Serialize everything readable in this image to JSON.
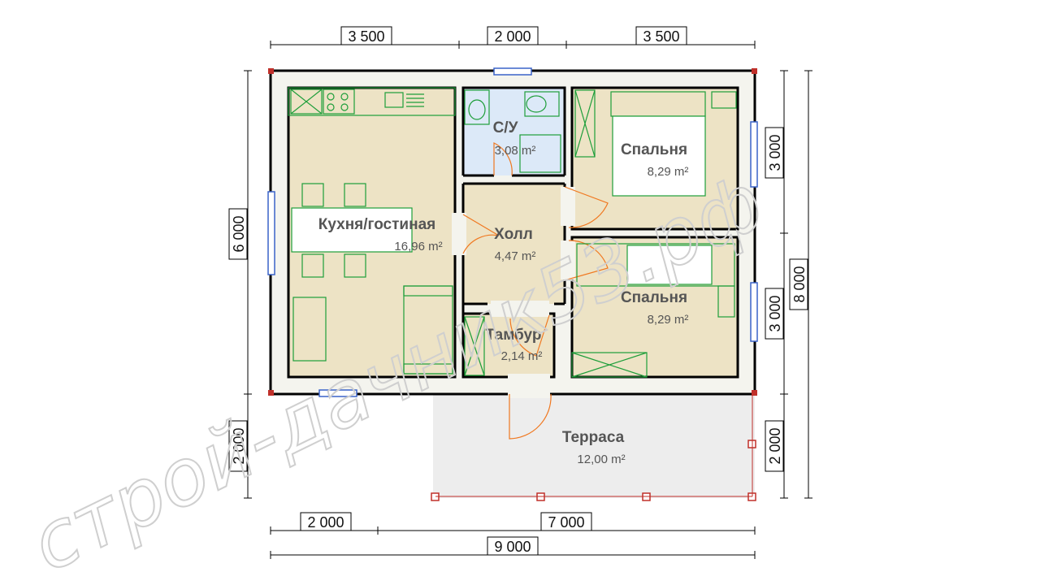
{
  "watermark": "строй-дачник53.рф",
  "dimensions": {
    "top": [
      "3 500",
      "2 000",
      "3 500"
    ],
    "left_house": "6 000",
    "left_terrace": "2 000",
    "right_upper": "3 000",
    "right_lower": "3 000",
    "right_total": "8 000",
    "right_terrace": "2 000",
    "bottom_a": "2 000",
    "bottom_b": "7 000",
    "bottom_total": "9 000"
  },
  "rooms": {
    "kitchen": {
      "name": "Кухня/гостиная",
      "area": "16,96 m²"
    },
    "bathroom": {
      "name": "С/У",
      "area": "3,08 m²"
    },
    "hall": {
      "name": "Холл",
      "area": "4,47 m²"
    },
    "bedroom1": {
      "name": "Спальня",
      "area": "8,29 m²"
    },
    "bedroom2": {
      "name": "Спальня",
      "area": "8,29 m²"
    },
    "vestibule": {
      "name": "Тамбур",
      "area": "2,14 m²"
    },
    "terrace": {
      "name": "Терраса",
      "area": "12,00 m²"
    }
  },
  "colors": {
    "floor": "#ede3c5",
    "bathroom_floor": "#dce9f8",
    "terrace_floor": "#ededed",
    "wall_fill": "#f4f4ee",
    "wall_line": "#000000",
    "furniture": "#1e9e3a",
    "door_swing": "#f07820",
    "window": "#3a63c8",
    "column": "#c0302a"
  }
}
